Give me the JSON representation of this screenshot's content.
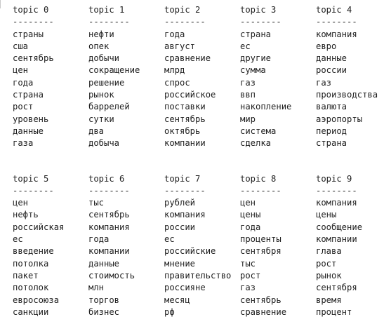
{
  "topics": [
    {
      "title": "topic 0",
      "separator": "--------",
      "words": [
        "страны",
        "сша",
        "сентябрь",
        "цен",
        "года",
        "страна",
        "рост",
        "уровень",
        "данные",
        "газа"
      ]
    },
    {
      "title": "topic 1",
      "separator": "--------",
      "words": [
        "нефти",
        "опек",
        "добычи",
        "сокращение",
        "решение",
        "рынок",
        "баррелей",
        "сутки",
        "два",
        "добыча"
      ]
    },
    {
      "title": "topic 2",
      "separator": "--------",
      "words": [
        "года",
        "август",
        "сравнение",
        "млрд",
        "спрос",
        "российское",
        "поставки",
        "сентябрь",
        "октябрь",
        "компании"
      ]
    },
    {
      "title": "topic 3",
      "separator": "--------",
      "words": [
        "страна",
        "ес",
        "другие",
        "сумма",
        "газ",
        "ввп",
        "накопление",
        "мир",
        "система",
        "сделка"
      ]
    },
    {
      "title": "topic 4",
      "separator": "--------",
      "words": [
        "компания",
        "евро",
        "данные",
        "россии",
        "газ",
        "производства",
        "валюта",
        "аэропорты",
        "период",
        "страна"
      ]
    },
    {
      "title": "topic 5",
      "separator": "--------",
      "words": [
        "цен",
        "нефть",
        "российская",
        "ес",
        "введение",
        "потолка",
        "пакет",
        "потолок",
        "евросоюза",
        "санкции"
      ]
    },
    {
      "title": "topic 6",
      "separator": "--------",
      "words": [
        "тыс",
        "сентябрь",
        "компания",
        "года",
        "компании",
        "данные",
        "стоимость",
        "млн",
        "торгов",
        "бизнес"
      ]
    },
    {
      "title": "topic 7",
      "separator": "--------",
      "words": [
        "рублей",
        "компания",
        "россии",
        "ес",
        "российские",
        "мнение",
        "правительство",
        "россияне",
        "месяц",
        "рф"
      ]
    },
    {
      "title": "topic 8",
      "separator": "--------",
      "words": [
        "цен",
        "цены",
        "года",
        "проценты",
        "сентября",
        "тыс",
        "рост",
        "газ",
        "сентябрь",
        "сравнение"
      ]
    },
    {
      "title": "topic 9",
      "separator": "--------",
      "words": [
        "компания",
        "цены",
        "сообщение",
        "компании",
        "глава",
        "рост",
        "рынок",
        "сентября",
        "время",
        "процент"
      ]
    }
  ]
}
